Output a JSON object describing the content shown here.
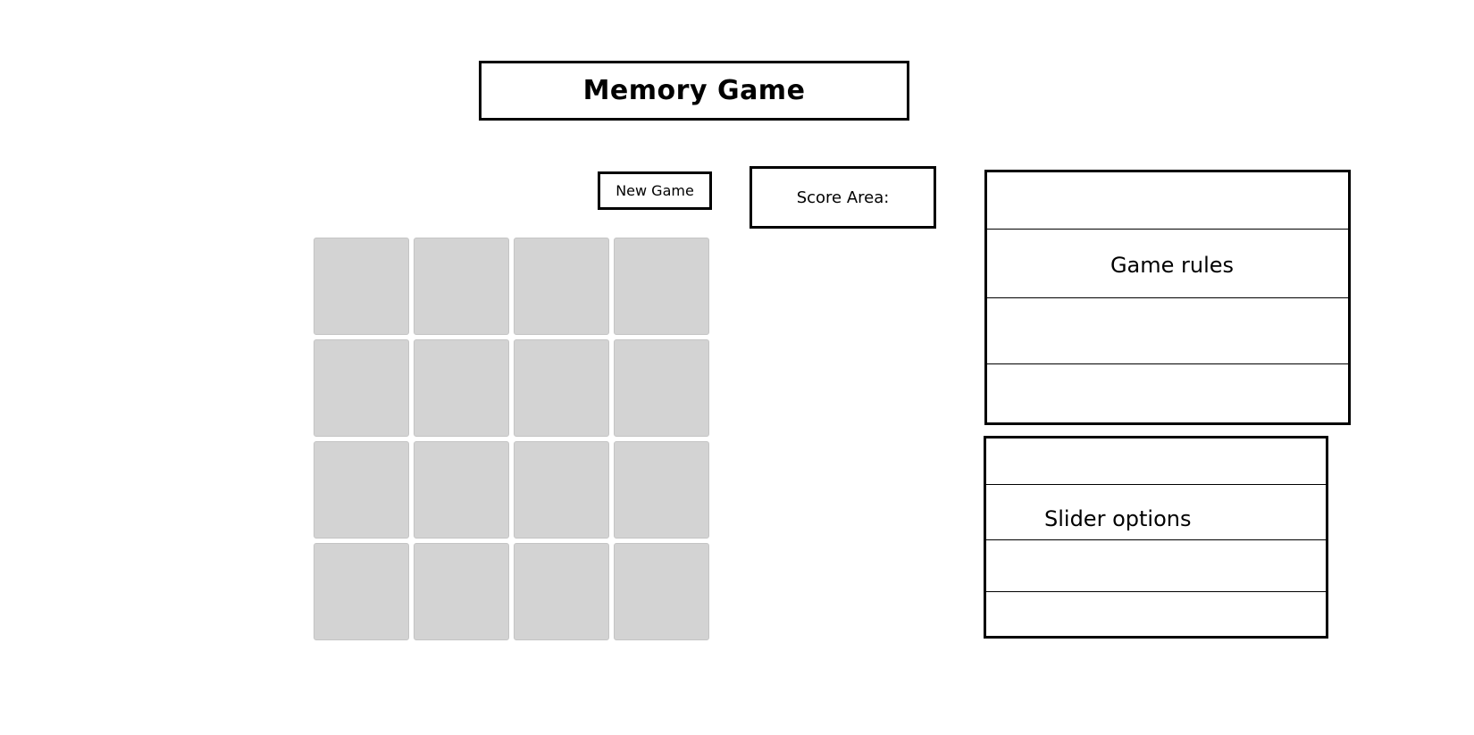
{
  "header": {
    "title": "Memory Game"
  },
  "controls": {
    "new_game_label": "New Game",
    "score_label": "Score Area:"
  },
  "board": {
    "rows": 4,
    "columns": 4,
    "card_color": "#d3d3d3"
  },
  "rules_panel": {
    "label": "Game rules"
  },
  "slider_panel": {
    "label": "Slider options"
  }
}
